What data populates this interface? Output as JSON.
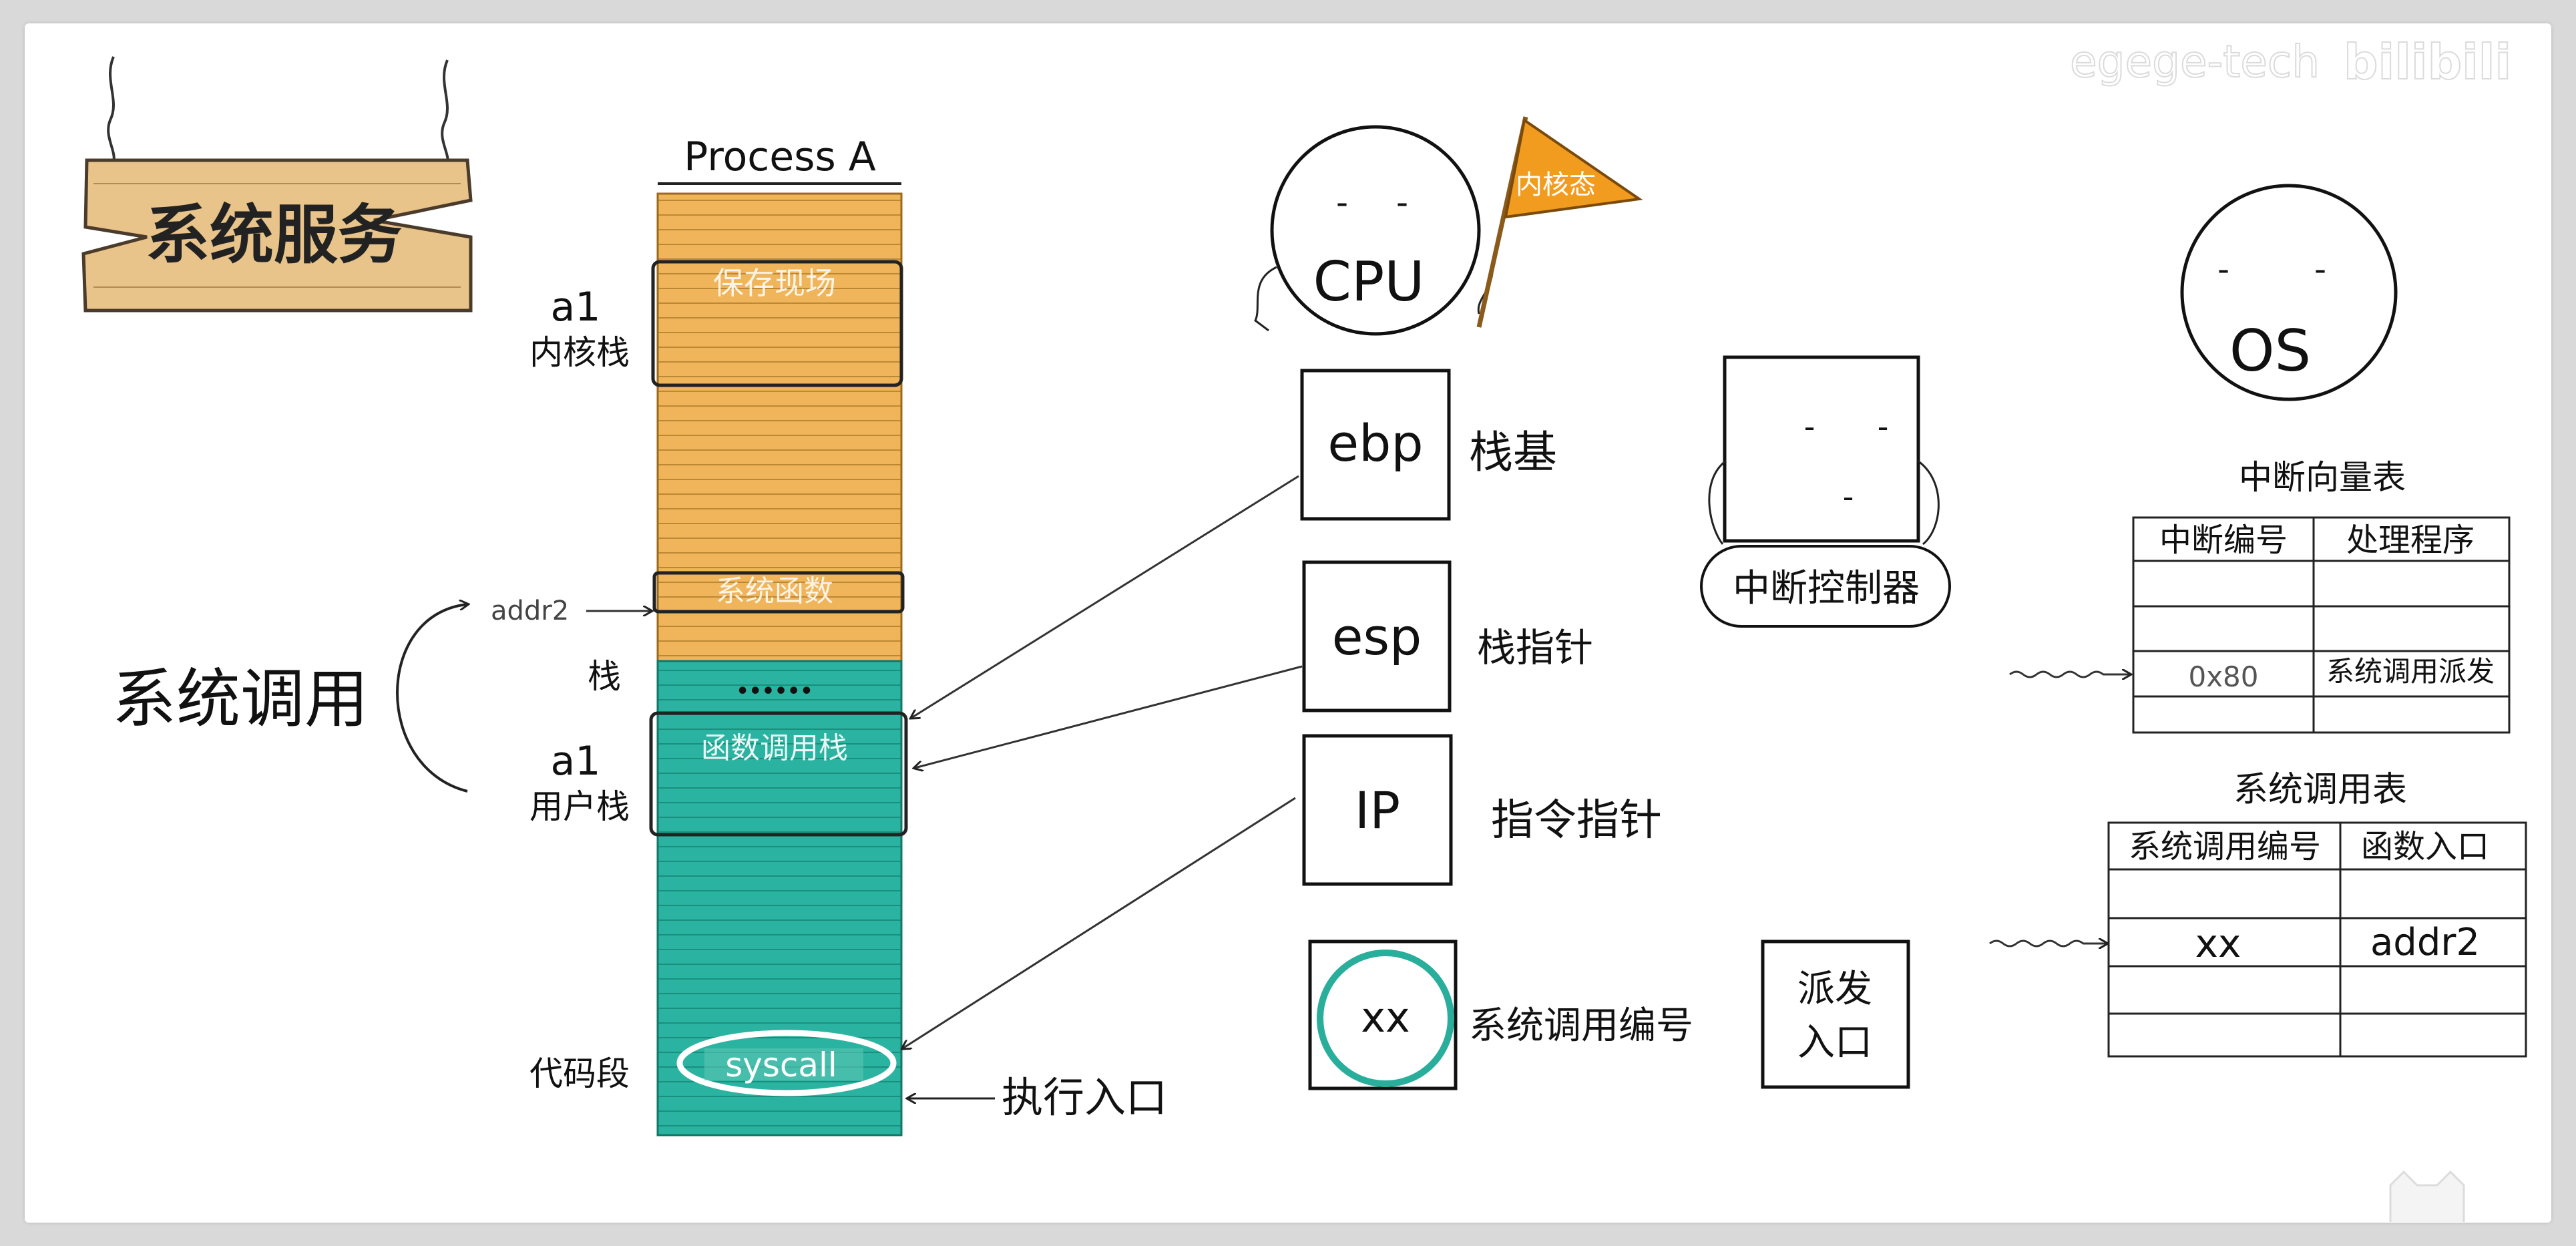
{
  "watermark": {
    "text": "egege-tech",
    "logo_text": "bilibili"
  },
  "sign": {
    "title": "系统服务"
  },
  "process": {
    "title": "Process A",
    "kernel_stack": {
      "tag": "a1",
      "label": "内核栈",
      "block1_text": "保存现场",
      "block2_text": "系统函数"
    },
    "addr_label": "addr2",
    "stack_label": "栈",
    "dots": "••••••",
    "user_stack": {
      "tag": "a1",
      "label": "用户栈",
      "block_text": "函数调用栈"
    },
    "code_label": "代码段",
    "syscall_text": "syscall",
    "entry_label": "执行入口"
  },
  "syscall_label": "系统调用",
  "cpu": {
    "label": "CPU",
    "flag_text": "内核态"
  },
  "registers": [
    {
      "name": "ebp",
      "desc": "栈基"
    },
    {
      "name": "esp",
      "desc": "栈指针"
    },
    {
      "name": "IP",
      "desc": "指令指针"
    },
    {
      "name": "xx",
      "desc": "系统调用编号"
    }
  ],
  "dispatch_entry": {
    "line1": "派发",
    "line2": "入口"
  },
  "interrupt_controller": {
    "label": "中断控制器"
  },
  "os": {
    "label": "OS"
  },
  "ivt": {
    "title": "中断向量表",
    "headers": [
      "中断编号",
      "处理程序"
    ],
    "rows": [
      [
        "",
        ""
      ],
      [
        "",
        ""
      ],
      [
        "0x80",
        "系统调用派发"
      ],
      [
        "",
        ""
      ]
    ]
  },
  "syscall_table": {
    "title": "系统调用表",
    "headers": [
      "系统调用编号",
      "函数入口"
    ],
    "rows": [
      [
        "",
        ""
      ],
      [
        "xx",
        "addr2"
      ],
      [
        "",
        ""
      ],
      [
        "",
        ""
      ]
    ]
  },
  "colors": {
    "kernel": "#f0b55a",
    "user": "#2ab3a0",
    "flag": "#f29c1f",
    "wood": "#e9c48a",
    "circle": "#2aae9c"
  }
}
